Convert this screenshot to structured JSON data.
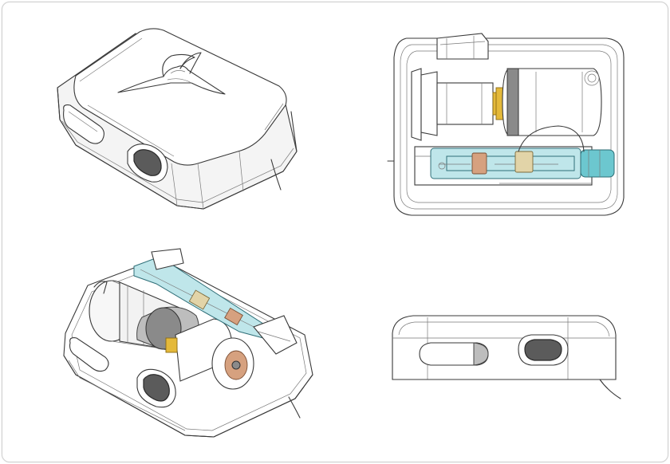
{
  "figure": {
    "views": [
      {
        "id": "closed-isometric",
        "component_names": [
          "housing-lid",
          "bird-emblem",
          "side-slot",
          "front-port",
          "cable"
        ]
      },
      {
        "id": "top-section",
        "component_names": [
          "motor",
          "shaft-coupling",
          "cylinder",
          "sensor-assembly",
          "cyan-cap"
        ]
      },
      {
        "id": "open-isometric",
        "component_names": [
          "cylinder",
          "motor",
          "gear",
          "sensor-board",
          "front-port"
        ]
      },
      {
        "id": "side-elevation",
        "component_names": [
          "side-slot",
          "front-port",
          "cable"
        ]
      }
    ],
    "colors": {
      "outline": "#3a3a3a",
      "housing": "#f4f4f4",
      "port": "#5b5b5b",
      "sensor_cyan": "#bfe6ea",
      "cap_teal": "#6cc7cf",
      "gold": "#e4b93a",
      "copper": "#d6a17f"
    }
  }
}
